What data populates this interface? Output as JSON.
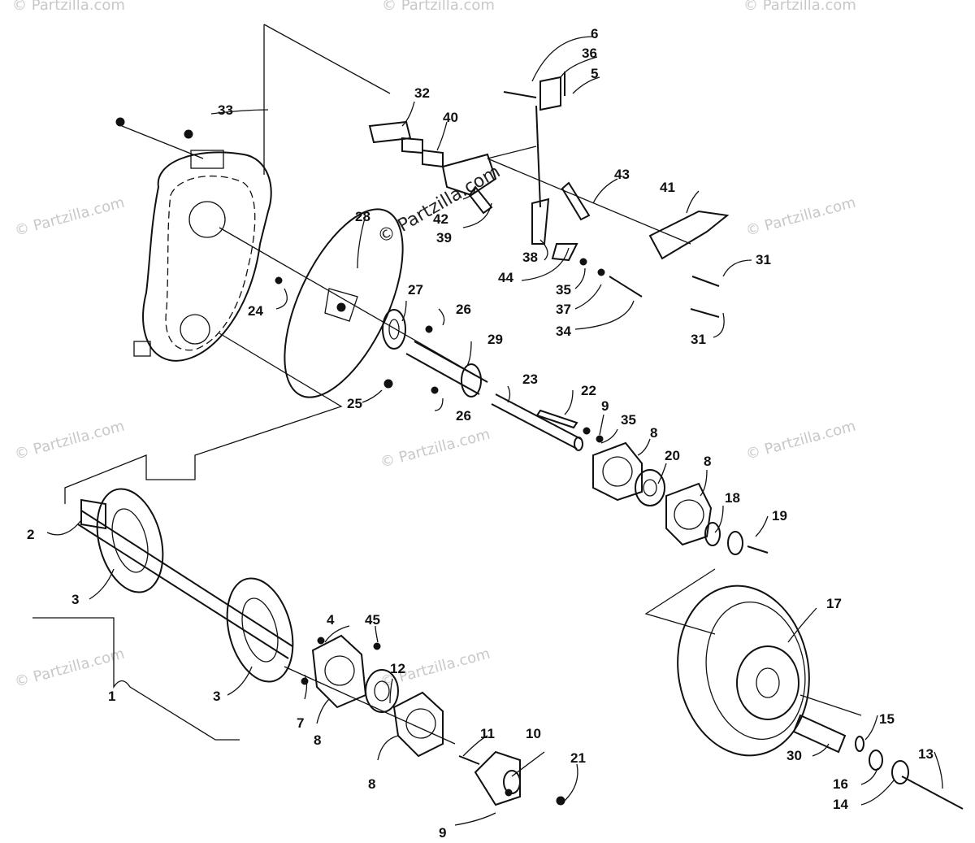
{
  "watermarks": [
    "© Partzilla.com",
    "© Partzilla.com",
    "© Partzilla.com",
    "© Partzilla.com",
    "© Partzilla.com",
    "© Partzilla.com",
    "© Partzilla.com",
    "© Partzilla.com",
    "© Partzilla.com",
    "© Partzilla.com"
  ],
  "center_watermark": "© Partzilla.com",
  "part_labels": [
    "1",
    "2",
    "3",
    "3",
    "4",
    "45",
    "12",
    "7",
    "8",
    "8",
    "11",
    "10",
    "21",
    "9",
    "5",
    "36",
    "6",
    "32",
    "40",
    "33",
    "28",
    "42",
    "39",
    "43",
    "41",
    "38",
    "44",
    "35",
    "37",
    "34",
    "31",
    "31",
    "24",
    "27",
    "26",
    "29",
    "26",
    "25",
    "23",
    "22",
    "9",
    "35",
    "8",
    "20",
    "8",
    "18",
    "19",
    "17",
    "15",
    "13",
    "30",
    "16",
    "14"
  ]
}
